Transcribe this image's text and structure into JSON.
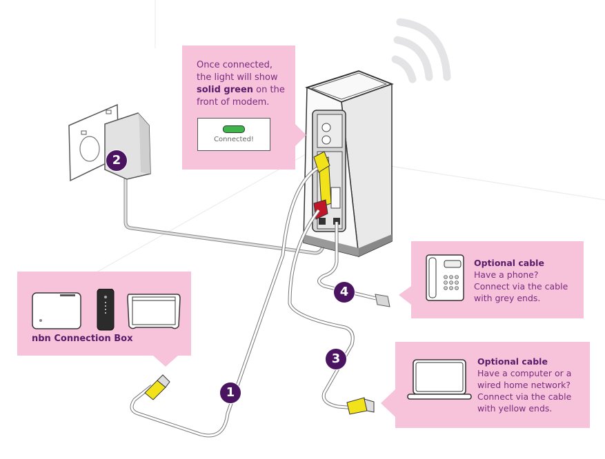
{
  "diagram": {
    "subject": "Modem connection setup",
    "colors": {
      "callout_bg": "#f6c3da",
      "text_purple": "#7a2a7f",
      "badge_purple": "#4a1460",
      "light_green": "#3db54a",
      "cable_yellow": "#f2e21a",
      "cable_red": "#c0162a",
      "cable_grey": "#cccccc"
    }
  },
  "callouts": {
    "modem_light": {
      "line1": "Once connected,",
      "line2": "the light will show",
      "bold": "solid green",
      "line3_rest": " on the",
      "line4": "front of modem.",
      "status_label": "Connected!"
    },
    "phone": {
      "title": "Optional cable",
      "lines": [
        "Have a phone?",
        "Connect via the cable",
        "with grey ends."
      ]
    },
    "computer": {
      "title": "Optional cable",
      "lines": [
        "Have a computer or a",
        "wired home network?",
        "Connect via the cable",
        "with yellow ends."
      ]
    },
    "nbn": {
      "title": "nbn Connection Box"
    }
  },
  "steps": [
    {
      "number": "1",
      "description": "Yellow cable from nbn Connection Box to modem"
    },
    {
      "number": "2",
      "description": "Power adapter plugged into wall socket"
    },
    {
      "number": "3",
      "description": "Yellow-ended cable to computer"
    },
    {
      "number": "4",
      "description": "Grey-ended cable to phone"
    }
  ],
  "icons": [
    "wifi-signal-icon",
    "modem-icon",
    "power-outlet-icon",
    "power-adapter-icon",
    "phone-icon",
    "laptop-icon",
    "nbn-box-icon",
    "ethernet-plug-icon",
    "phone-plug-icon"
  ]
}
